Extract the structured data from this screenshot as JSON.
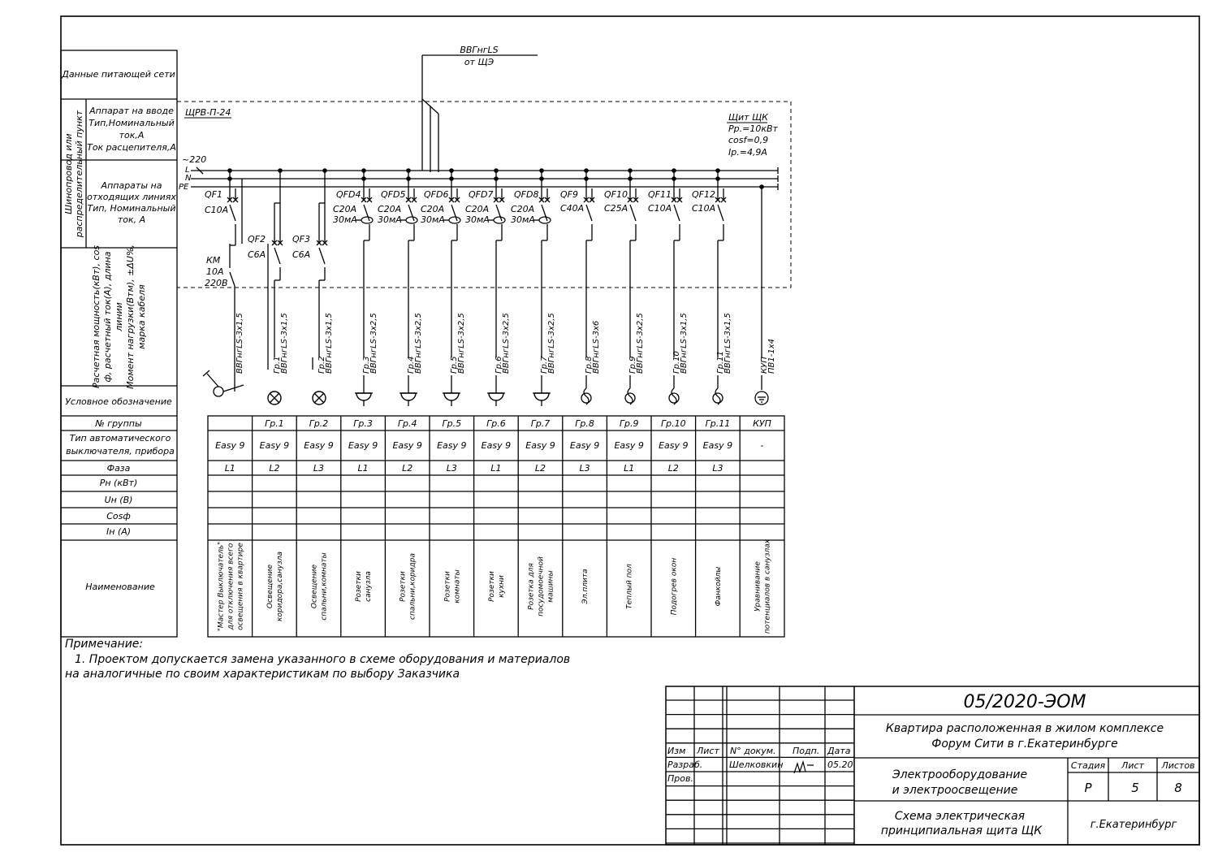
{
  "header_labels": {
    "supply_data": "Данные питающей сети",
    "side_label_1": "Шинопровод или",
    "side_label_2": "распределительный пункт",
    "input_device": [
      "Аппарат на вводе",
      "Тип,Номинальный",
      "ток,А",
      "Ток расцепителя,А"
    ],
    "outgoing_devices": [
      "Аппараты на",
      "отходящих линиях",
      "Тип, Номинальный",
      "ток, А"
    ],
    "calc_block": [
      "Расчетная мощность(кВт), cos",
      "ф, расчетный ток(А), длина",
      "линии",
      "Момент нагрузки(Втм), ±ΔU%,",
      "марка кабеля"
    ],
    "symbol": "Условное обозначение",
    "group_no": "№ группы",
    "breaker_type": [
      "Тип автоматического",
      "выключателя, прибора"
    ],
    "phase": "Фаза",
    "pn": "Pн (кВт)",
    "un": "Uн (В)",
    "cos": "Cosф",
    "in": "Iн (А)",
    "name": "Наименование"
  },
  "feed": {
    "cable": "ВВГнгLS",
    "from": "от ЩЭ"
  },
  "panel": {
    "id": "ЩРВ-П-24",
    "title": "Щит ЩК",
    "pr": "Рр.=10кВт",
    "cosf": "cosf=0,9",
    "ip": "Iр.=4,9А",
    "voltage": "~220",
    "bus_l": "L",
    "bus_n": "N",
    "bus_pe": "PE"
  },
  "main_devices": [
    {
      "name": "QF1",
      "rating": "С10А"
    },
    {
      "name": "QF2",
      "rating": "С6А"
    },
    {
      "name": "QF3",
      "rating": "С6А"
    }
  ],
  "km": {
    "name": "КМ",
    "rating": "10А",
    "voltage": "220В"
  },
  "rcd_devices": [
    {
      "name": "QFD4",
      "rating": "С20А",
      "leak": "30мА"
    },
    {
      "name": "QFD5",
      "rating": "С20А",
      "leak": "30мА"
    },
    {
      "name": "QFD6",
      "rating": "С20А",
      "leak": "30мА"
    },
    {
      "name": "QFD7",
      "rating": "С20А",
      "leak": "30мА"
    },
    {
      "name": "QFD8",
      "rating": "С20А",
      "leak": "30мА"
    }
  ],
  "breakers": [
    {
      "name": "QF9",
      "rating": "С40А"
    },
    {
      "name": "QF10",
      "rating": "С25А"
    },
    {
      "name": "QF11",
      "rating": "С10А"
    },
    {
      "name": "QF12",
      "rating": "С10А"
    }
  ],
  "cables": [
    {
      "group": "",
      "cable": "ВВГнгLS-3х1,5"
    },
    {
      "group": "Гр.1",
      "cable": "ВВГнгLS-3х1,5"
    },
    {
      "group": "Гр.2",
      "cable": "ВВГнгLS-3х1,5"
    },
    {
      "group": "Гр.3",
      "cable": "ВВГнгLS-3х2,5"
    },
    {
      "group": "Гр.4",
      "cable": "ВВГнгLS-3х2,5"
    },
    {
      "group": "Гр.5",
      "cable": "ВВГнгLS-3х2,5"
    },
    {
      "group": "Гр.6",
      "cable": "ВВГнгLS-3х2,5"
    },
    {
      "group": "Гр.7",
      "cable": "ВВГнгLS-3х2,5"
    },
    {
      "group": "Гр.8",
      "cable": "ВВГнгLS-3х6"
    },
    {
      "group": "Гр.9",
      "cable": "ВВГнгLS-3х2,5"
    },
    {
      "group": "Гр.10",
      "cable": "ВВГнгLS-3х1,5"
    },
    {
      "group": "Гр.11",
      "cable": "ВВГнгLS-3х1,5"
    },
    {
      "group": "КУП",
      "cable": "ПВ1-1х4"
    }
  ],
  "symbols": [
    "switch",
    "lamp",
    "lamp",
    "socket",
    "socket",
    "socket",
    "socket",
    "socket",
    "heater",
    "heater",
    "heater",
    "heater",
    "ground"
  ],
  "table": {
    "groups": [
      "",
      "Гр.1",
      "Гр.2",
      "Гр.3",
      "Гр.4",
      "Гр.5",
      "Гр.6",
      "Гр.7",
      "Гр.8",
      "Гр.9",
      "Гр.10",
      "Гр.11",
      "КУП"
    ],
    "types": [
      "Easy 9",
      "Easy 9",
      "Easy 9",
      "Easy 9",
      "Easy 9",
      "Easy 9",
      "Easy 9",
      "Easy 9",
      "Easy 9",
      "Easy 9",
      "Easy 9",
      "Easy 9",
      "-"
    ],
    "phases": [
      "L1",
      "L2",
      "L3",
      "L1",
      "L2",
      "L3",
      "L1",
      "L2",
      "L3",
      "L1",
      "L2",
      "L3",
      ""
    ],
    "names": [
      [
        "\"Мастер Выключатель\"",
        "для отключения всего",
        "освещения в квартире"
      ],
      [
        "Освещение",
        "коридора,санузла"
      ],
      [
        "Освещение",
        "спальни,комнаты"
      ],
      [
        "Розетки",
        "санузла"
      ],
      [
        "Розетки",
        "спальни,коридра"
      ],
      [
        "Розетки",
        "комнаты"
      ],
      [
        "Розетки",
        "кухни"
      ],
      [
        "Розетка для",
        "посудомоечной",
        "машины"
      ],
      [
        "Эл.плита"
      ],
      [
        "Теплый пол"
      ],
      [
        "Подогрев окон"
      ],
      [
        "Фанкойлы"
      ],
      [
        "Уравнивание",
        "потенциалов в санузлах"
      ]
    ]
  },
  "note": {
    "title": "Примечание:",
    "line1": "1. Проектом допускается замена указанного в схеме оборудования и материалов",
    "line2": "на аналогичные по своим характеристикам по выбору Заказчика"
  },
  "stamp": {
    "doc_code": "05/2020-ЭОМ",
    "object_1": "Квартира расположенная в жилом комплексе",
    "object_2": "Форум Сити в г.Екатеринбурге",
    "section_1": "Электрооборудование",
    "section_2": "и электроосвещение",
    "drawing_1": "Схема электрическая",
    "drawing_2": "принципиальная щита ЩК",
    "col_izm": "Изм",
    "col_list": "Лист",
    "col_doc": "N° докум.",
    "col_sign": "Подп.",
    "col_date": "Дата",
    "row_dev": "Разраб.",
    "dev_name": "Шелковкин",
    "dev_date": "05.20",
    "row_check": "Пров.",
    "stage_label": "Стадия",
    "sheet_label": "Лист",
    "sheets_label": "Листов",
    "stage": "Р",
    "sheet": "5",
    "sheets": "8",
    "city": "г.Екатеринбург"
  }
}
